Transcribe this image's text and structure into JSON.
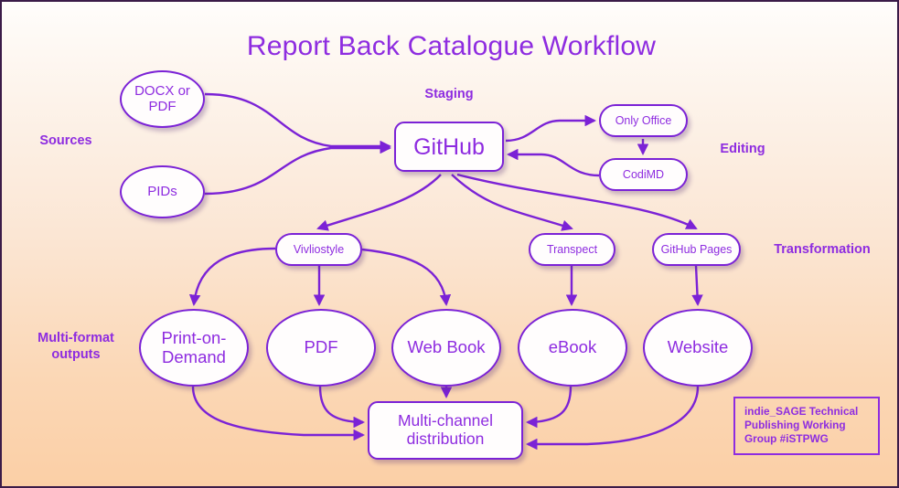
{
  "diagram": {
    "title": "Report Back Catalogue Workflow",
    "accent_color": "#8e2ce0",
    "stroke_color": "#7b22d6",
    "background_top": "#fffdfb",
    "background_bottom": "#fbcfa6",
    "border_color": "#3b1b48"
  },
  "band_labels": {
    "sources": "Sources",
    "staging": "Staging",
    "editing": "Editing",
    "transformation": "Transformation",
    "outputs_line1": "Multi-format",
    "outputs_line2": "outputs"
  },
  "nodes": {
    "docx_or_pdf_line1": "DOCX or",
    "docx_or_pdf_line2": "PDF",
    "pids": "PIDs",
    "github": "GitHub",
    "only_office": "Only Office",
    "codimd": "CodiMD",
    "vivliostyle": "Vivliostyle",
    "transpect": "Transpect",
    "github_pages": "GitHub Pages",
    "print_on_demand_line1": "Print-on-",
    "print_on_demand_line2": "Demand",
    "pdf": "PDF",
    "web_book": "Web Book",
    "ebook": "eBook",
    "website": "Website",
    "multichannel_line1": "Multi-channel",
    "multichannel_line2": "distribution"
  },
  "credit": {
    "line1": "indie_SAGE Technical",
    "line2": "Publishing Working",
    "line3": "Group #iSTPWG"
  }
}
